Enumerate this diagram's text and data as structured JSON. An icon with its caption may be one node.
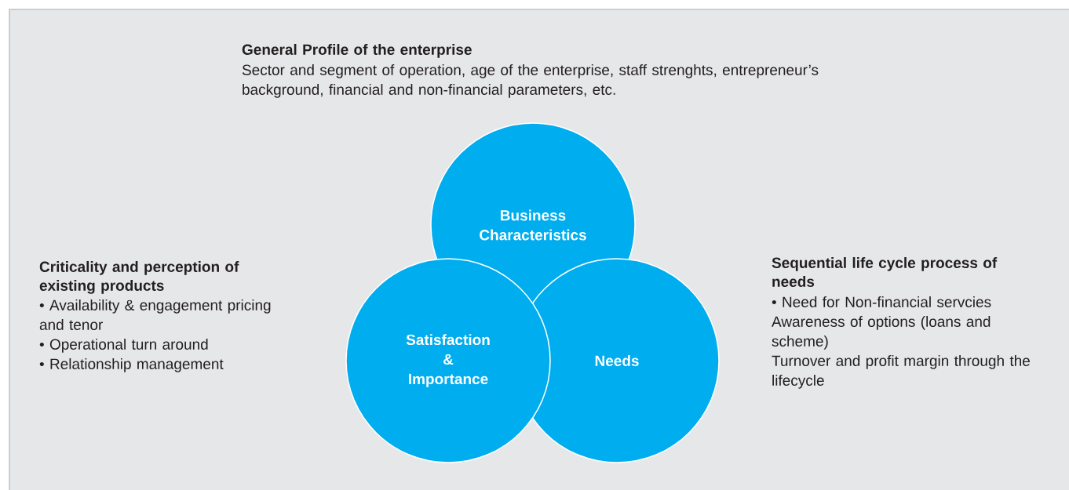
{
  "diagram": {
    "nodes": [
      {
        "text": [
          "Business Characteristics"
        ]
      },
      {
        "text": [
          "Satisfaction & Importance"
        ]
      },
      {
        "text": [
          "Needs"
        ]
      }
    ],
    "labels": [
      "General Profile of the enterprise",
      "Sector and segment of operation, age of the enterprise, staff strenghts, entrepreneur’s background, financial and non-financial parameters, etc.",
      "Criticality and perception of existing products",
      "• Availability & engagement pricing and tenor",
      "• Operational turn around",
      "• Relationship management",
      "Sequential life cycle process of needs",
      "• Need for Non-financial servcies",
      "Awareness of options (loans and scheme)",
      "Turnover and profit margin through the lifecycle"
    ]
  }
}
